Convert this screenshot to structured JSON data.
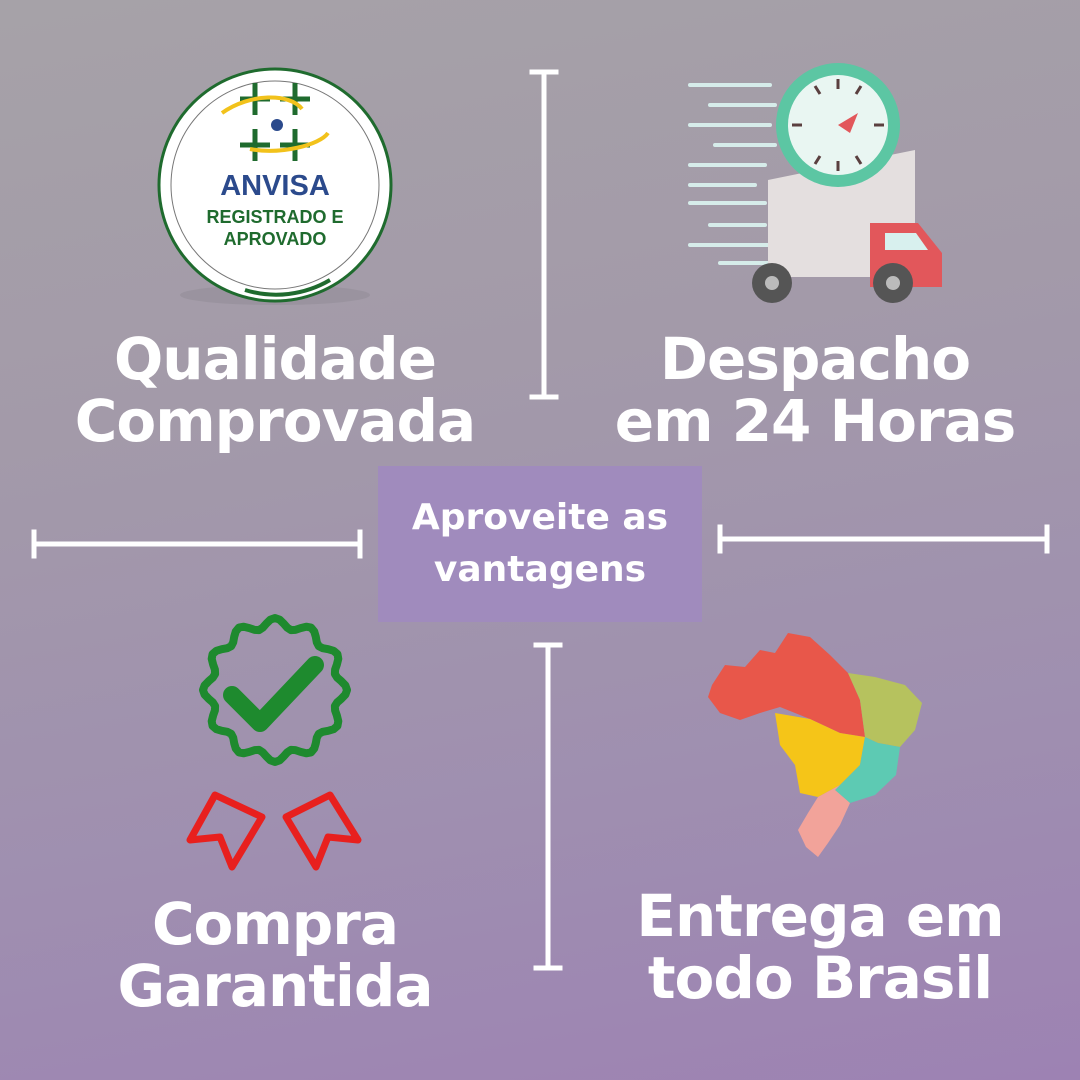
{
  "badge": {
    "brand": "ANVISA",
    "line1": "REGISTRADO E",
    "line2": "APROVADO"
  },
  "center": {
    "line1": "Aproveite as",
    "line2": "vantagens"
  },
  "features": [
    {
      "line1": "Qualidade",
      "line2": "Comprovada"
    },
    {
      "line1": "Despacho",
      "line2": "em 24 Horas"
    },
    {
      "line1": "Compra",
      "line2": "Garantida"
    },
    {
      "line1": "Entrega em",
      "line2": "todo Brasil"
    }
  ],
  "colors": {
    "text": "#ffffff",
    "center_box": "#a08bbd",
    "badge_green": "#1f6b2e",
    "badge_blue": "#2b4a8c",
    "badge_yellow": "#f2c21b",
    "clock_teal": "#5cc6a3",
    "truck_red": "#e2575b",
    "seal_green": "#1e8a2e",
    "ribbon_red": "#e8201e",
    "map_red": "#e8574a",
    "map_yellow": "#f5c518",
    "map_olive": "#b6c25e",
    "map_teal": "#5dcab3",
    "map_pink": "#f2a39a"
  },
  "icons": [
    "anvisa-badge-icon",
    "delivery-truck-clock-icon",
    "guarantee-seal-icon",
    "brazil-map-icon"
  ]
}
